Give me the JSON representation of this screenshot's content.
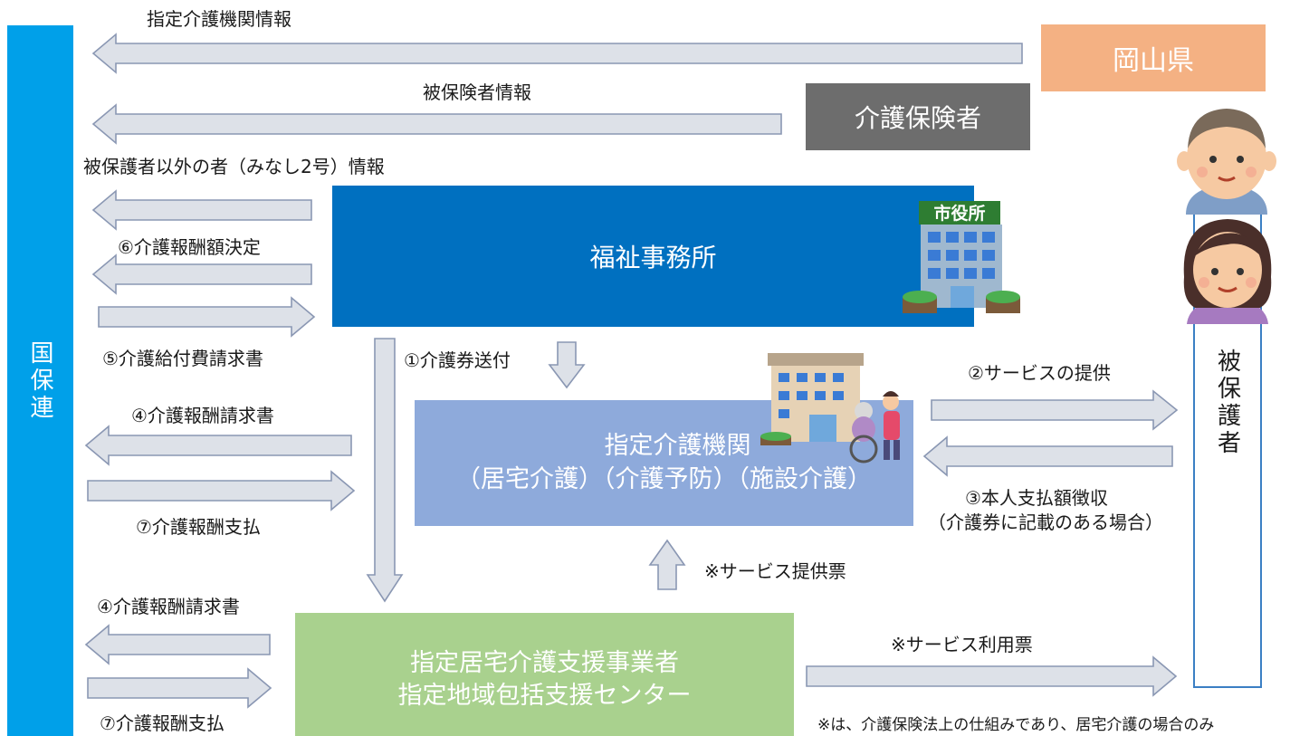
{
  "left_bar": {
    "label": "国保連",
    "color": "#00a0e9"
  },
  "right_bar": {
    "label": "被保護者"
  },
  "boxes": {
    "okayama": {
      "label": "岡山県",
      "color": "#f4b183"
    },
    "insurer": {
      "label": "介護保険者",
      "color": "#6d6d6d"
    },
    "welfare": {
      "label": "福祉事務所",
      "color": "#0070c0"
    },
    "facility": {
      "line1": "指定介護機関",
      "line2": "（居宅介護）（介護予防）（施設介護）",
      "color": "#8eaadb"
    },
    "support": {
      "line1": "指定居宅介護支援事業者",
      "line2": "指定地域包括支援センター",
      "color": "#a9d18e"
    }
  },
  "city_hall_sign": "市役所",
  "labels": {
    "designated_info": "指定介護機関情報",
    "insured_info": "被保険者情報",
    "non_insured_info": "被保護者以外の者（みなし2号）情報",
    "decision_6": "⑥介護報酬額決定",
    "claim_5": "⑤介護給付費請求書",
    "ticket_1": "①介護券送付",
    "claim_4a": "④介護報酬請求書",
    "pay_7a": "⑦介護報酬支払",
    "service_2": "②サービスの提供",
    "collect_3": "③本人支払額徴収",
    "collect_3_note": "（介護券に記載のある場合）",
    "service_ticket": "※サービス提供票",
    "claim_4b": "④介護報酬請求書",
    "use_ticket": "※サービス利用票",
    "pay_7b": "⑦介護報酬支払",
    "footnote": "※は、介護保険法上の仕組みであり、居宅介護の場合のみ"
  }
}
